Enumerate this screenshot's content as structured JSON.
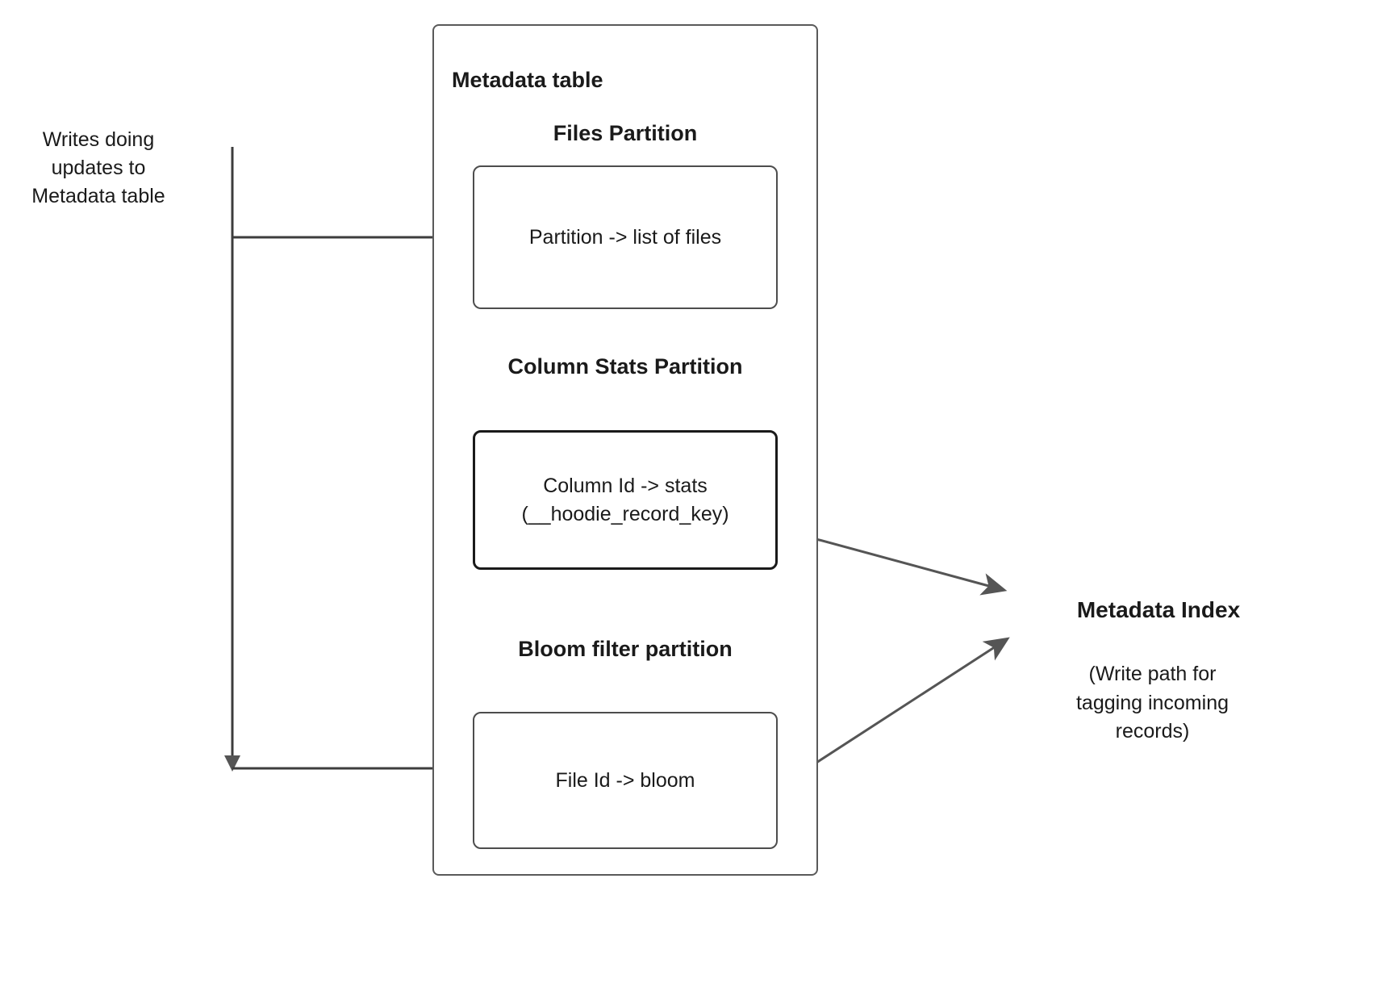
{
  "diagram": {
    "title_note": "Hudi metadata table write path diagram",
    "colors": {
      "stroke": "#4d4d4d",
      "stroke_strong": "#1a1a1a",
      "arrow_fill": "#555555",
      "background": "#ffffff",
      "text": "#1a1a1a"
    }
  },
  "left": {
    "writes_label": "Writes doing updates to Metadata table"
  },
  "metadata_table": {
    "title": "Metadata table",
    "partitions": [
      {
        "heading": "Files Partition",
        "box_text": "Partition -> list of files",
        "box_lines": [
          "Partition -> list of files"
        ],
        "emphasis": false
      },
      {
        "heading": "Column Stats Partition",
        "box_text": "Column Id  -> stats (__hoodie_record_key)",
        "box_lines": [
          "Column Id  -> stats",
          "(__hoodie_record_key)"
        ],
        "emphasis": true
      },
      {
        "heading": "Bloom filter partition",
        "box_text": "File Id -> bloom",
        "box_lines": [
          "File Id -> bloom"
        ],
        "emphasis": false
      }
    ]
  },
  "right": {
    "title": "Metadata Index",
    "subtitle_lines": [
      "(Write path for",
      "tagging incoming",
      "records)"
    ],
    "subtitle": "(Write path for tagging incoming records)"
  },
  "connectors": [
    {
      "name": "writes-to-files-partition",
      "kind": "elbow-line",
      "arrowhead": false
    },
    {
      "name": "writes-to-bloom-partition",
      "kind": "elbow-arrow",
      "arrowhead": true
    },
    {
      "name": "column-stats-to-metadata-index",
      "kind": "diagonal-arrow",
      "arrowhead": true
    },
    {
      "name": "bloom-to-metadata-index",
      "kind": "diagonal-arrow",
      "arrowhead": true
    }
  ]
}
